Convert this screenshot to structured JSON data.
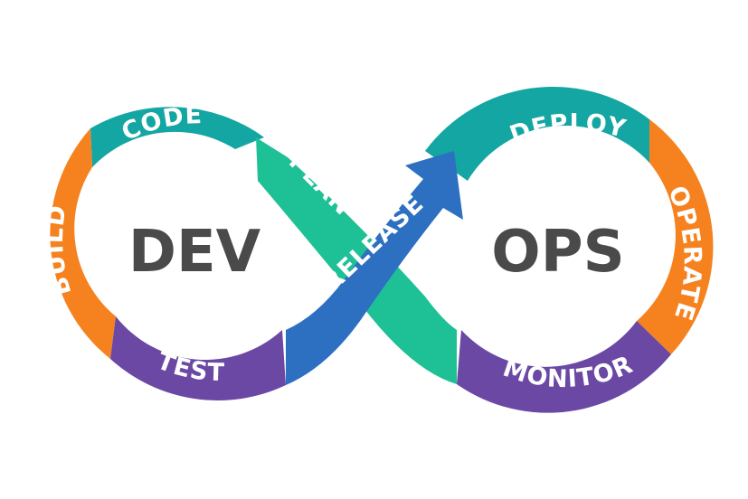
{
  "center": {
    "left": "DEV",
    "right": "OPS"
  },
  "stages": [
    {
      "key": "plan",
      "label": "PLAN",
      "color": "#1ec095"
    },
    {
      "key": "code",
      "label": "CODE",
      "color": "#14a6a2"
    },
    {
      "key": "build",
      "label": "BUILD",
      "color": "#f6821f"
    },
    {
      "key": "test",
      "label": "TEST",
      "color": "#6a48a4"
    },
    {
      "key": "release",
      "label": "RELEASE",
      "color": "#2d6fc1"
    },
    {
      "key": "deploy",
      "label": "DEPLOY",
      "color": "#14a6a2"
    },
    {
      "key": "operate",
      "label": "OPERATE",
      "color": "#f6821f"
    },
    {
      "key": "monitor",
      "label": "MONITOR",
      "color": "#6a48a4"
    }
  ],
  "colors": {
    "center_text": "#4a4a4a",
    "background": "#ffffff"
  }
}
